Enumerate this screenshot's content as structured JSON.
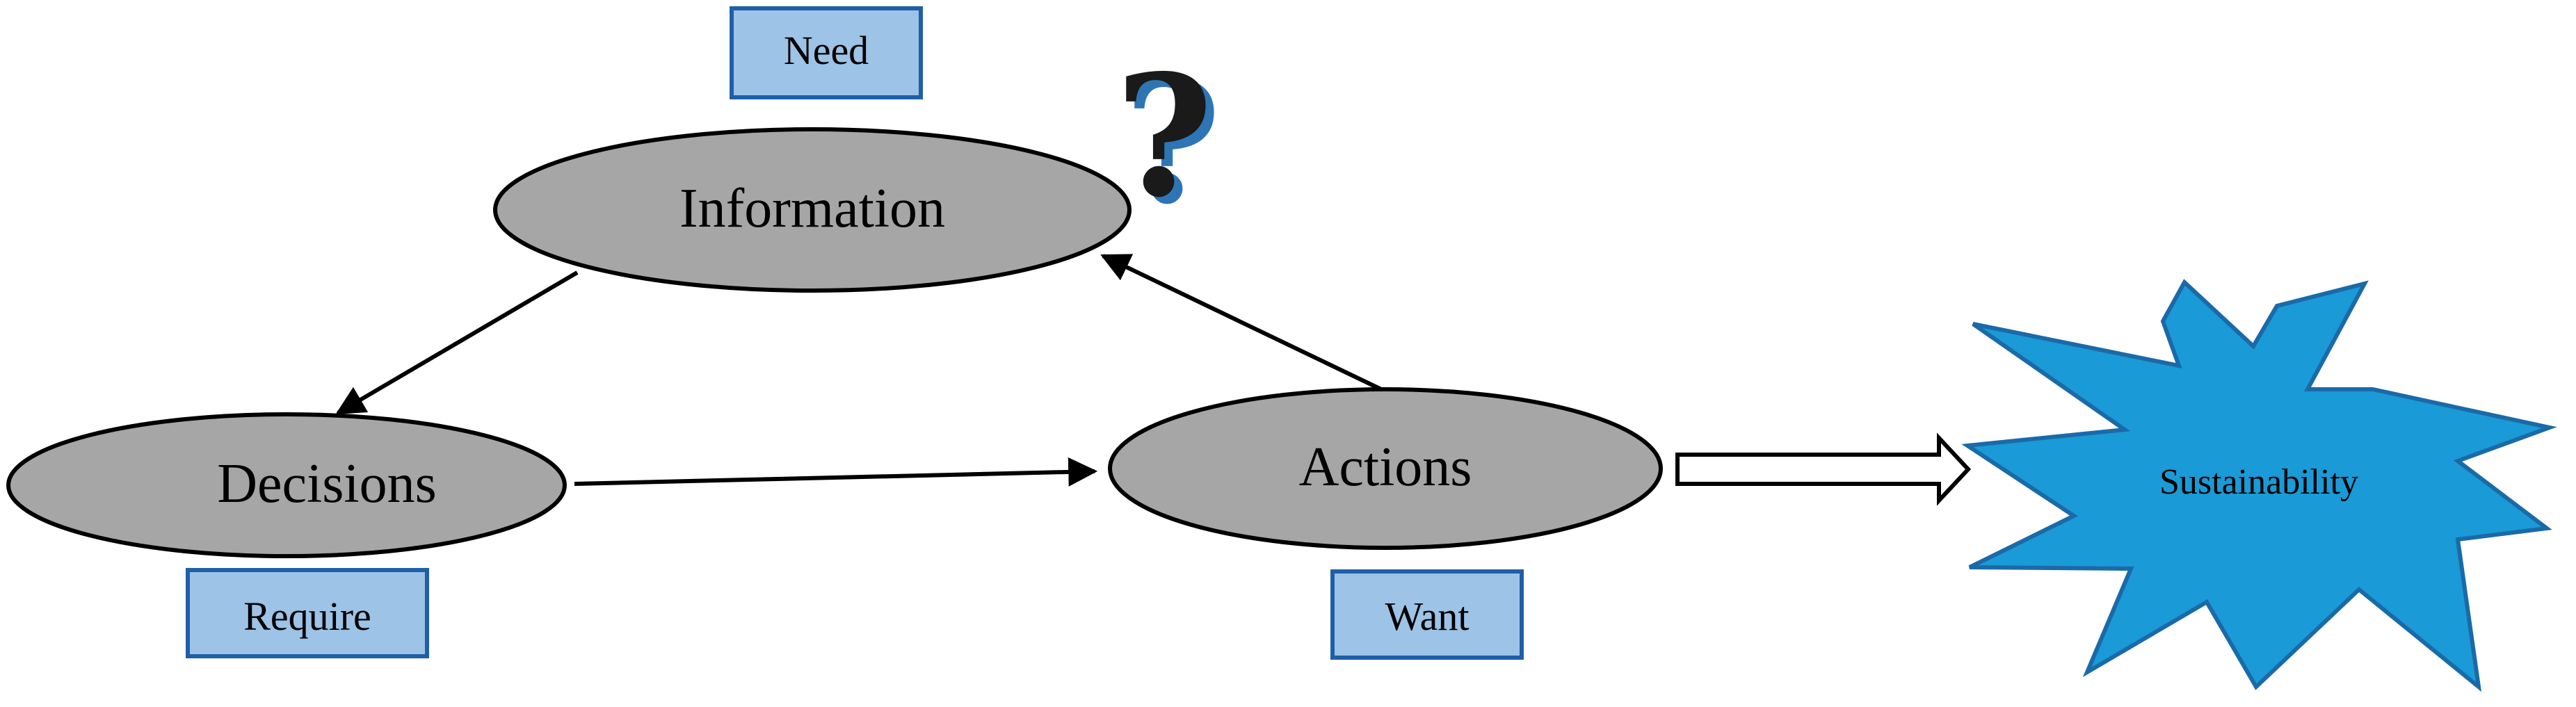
{
  "nodes": {
    "information": "Information",
    "decisions": "Decisions",
    "actions": "Actions"
  },
  "tags": {
    "need": "Need",
    "require": "Require",
    "want": "Want"
  },
  "outcome": {
    "label": "Sustainability"
  },
  "symbols": {
    "question_mark": "?"
  },
  "colors": {
    "node_fill": "#a6a6a6",
    "node_stroke": "#000000",
    "tag_fill": "#9dc3e6",
    "tag_stroke": "#1f5fa8",
    "star_fill": "#1a9ad6",
    "star_stroke": "#1a6aa8",
    "question_mark": "#1a1a1a",
    "question_mark_shadow": "#2e75b6"
  }
}
